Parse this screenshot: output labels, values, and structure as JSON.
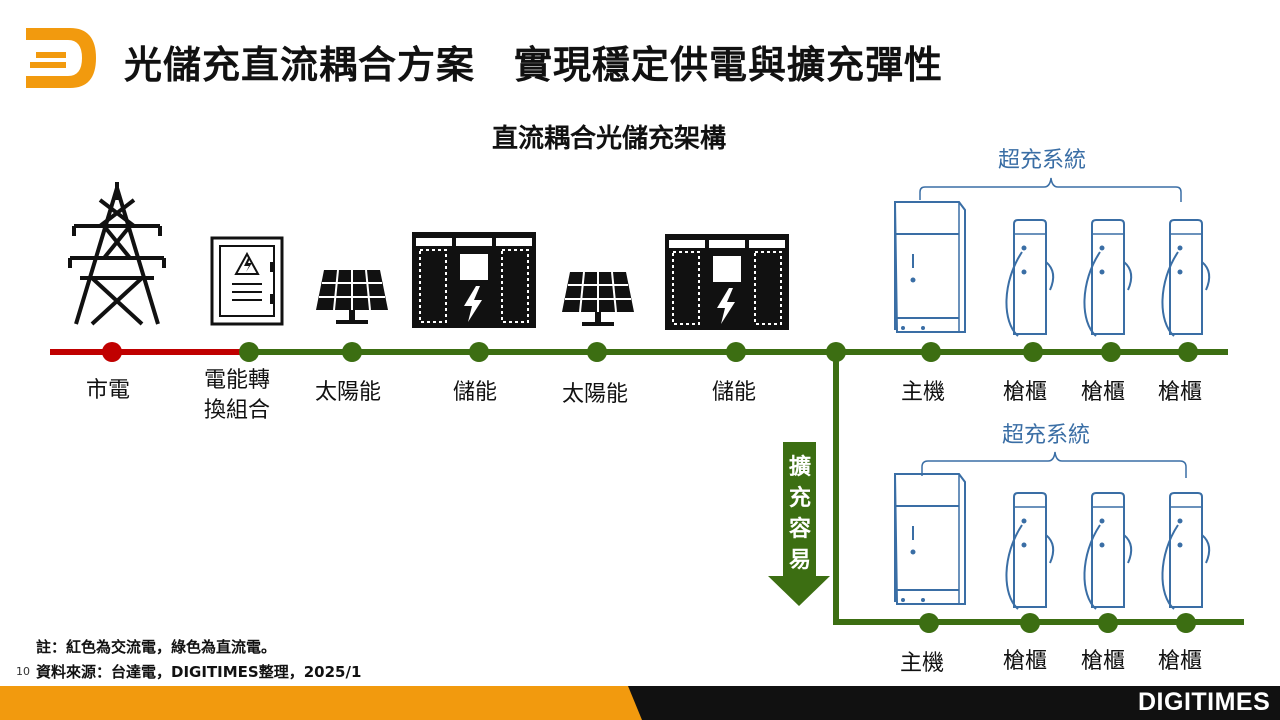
{
  "header": {
    "title": "光儲充直流耦合方案　實現穩定供電與擴充彈性",
    "logo_icon": "digitimes-d-logo-icon"
  },
  "diagram": {
    "title": "直流耦合光儲充架構",
    "top_nodes": [
      {
        "label": "市電",
        "icon": "transmission-tower-icon"
      },
      {
        "label": "電能轉\n換組合",
        "icon": "electrical-cabinet-icon"
      },
      {
        "label": "太陽能",
        "icon": "solar-panel-icon"
      },
      {
        "label": "儲能",
        "icon": "battery-storage-icon"
      },
      {
        "label": "太陽能",
        "icon": "solar-panel-icon"
      },
      {
        "label": "儲能",
        "icon": "battery-storage-icon"
      },
      {
        "label": "主機",
        "icon": "charger-host-cabinet-icon"
      },
      {
        "label": "槍櫃",
        "icon": "charging-post-icon"
      },
      {
        "label": "槍櫃",
        "icon": "charging-post-icon"
      },
      {
        "label": "槍櫃",
        "icon": "charging-post-icon"
      }
    ],
    "super_charging_top": "超充系統",
    "super_charging_bottom": "超充系統",
    "expansion_arrow_label": [
      "擴",
      "充",
      "容",
      "易"
    ],
    "bottom_nodes": [
      {
        "label": "主機",
        "icon": "charger-host-cabinet-icon"
      },
      {
        "label": "槍櫃",
        "icon": "charging-post-icon"
      },
      {
        "label": "槍櫃",
        "icon": "charging-post-icon"
      },
      {
        "label": "槍櫃",
        "icon": "charging-post-icon"
      }
    ],
    "colors": {
      "ac_line": "#c00000",
      "dc_line": "#3c6e12",
      "system_blue": "#3a6ea5"
    }
  },
  "footer": {
    "note": "註：紅色為交流電，綠色為直流電。",
    "source": "資料來源：台達電，DIGITIMES整理，2025/1",
    "page_number": "10",
    "brand": "DIGITIMES"
  }
}
